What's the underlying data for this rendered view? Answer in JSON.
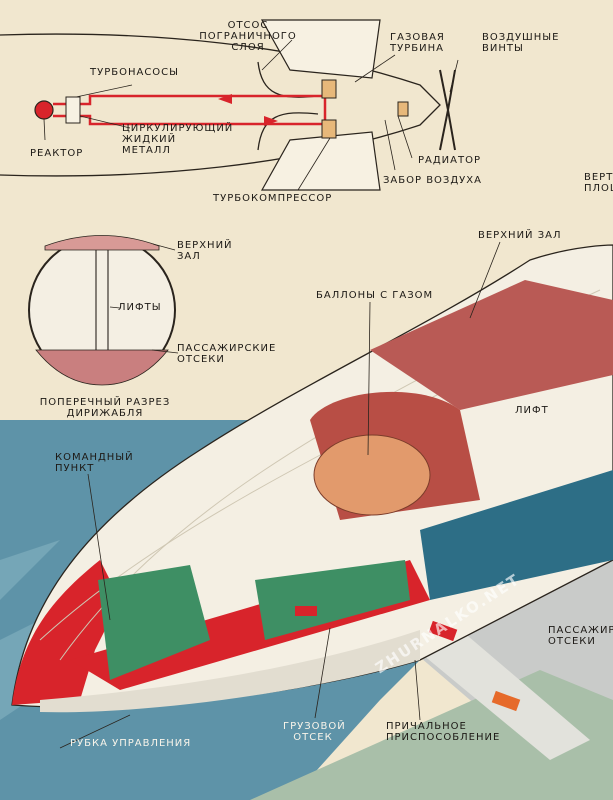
{
  "colors": {
    "paper": "#f1e7cf",
    "hull": "#f4efe3",
    "accent_red": "#d8242b",
    "interior_pink": "#d89a96",
    "water": "#5e93a8",
    "deck_green": "#3e8f64",
    "ink": "#1d1a16"
  },
  "engine_diagram": {
    "labels": {
      "boundary_layer": "ОТСОС ПОГРАНИЧНОГО\nСЛОЯ",
      "gas_turbine": "ГАЗОВАЯ\nТУРБИНА",
      "propellers": "ВОЗДУШНЫЕ\nВИНТЫ",
      "turbopumps": "ТУРБОНАСОСЫ",
      "circulating_metal": "ЦИРКУЛИРУЮЩИЙ\nЖИДКИЙ\nМЕТАЛЛ",
      "reactor": "РЕАКТОР",
      "radiator": "РАДИАТОР",
      "air_intake": "ЗАБОР ВОЗДУХА",
      "turbocompressor": "ТУРБОКОМПРЕССОР"
    }
  },
  "edge_label": "ВЕРТ\nПЛОЩ",
  "cross_section": {
    "labels": {
      "upper_hall": "ВЕРХНИЙ\nЗАЛ",
      "lifts": "ЛИФТЫ",
      "passenger_decks": "ПАССАЖИРСКИЕ\nОТСЕКИ",
      "caption": "ПОПЕРЕЧНЫЙ  РАЗРЕЗ\nДИРИЖАБЛЯ"
    }
  },
  "airship": {
    "labels": {
      "upper_hall": "ВЕРХНИЙ ЗАЛ",
      "gas_balloons": "БАЛЛОНЫ   С ГАЗОМ",
      "lift": "ЛИФТ",
      "command_post": "КОМАНДНЫЙ\nПУНКТ",
      "passenger_decks": "ПАССАЖИРС\nОТСЕКИ",
      "control_cabin": "РУБКА УПРАВЛЕНИЯ",
      "cargo_bay": "ГРУЗОВОЙ\nОТСЕК",
      "mooring": "ПРИЧАЛЬНОЕ\nПРИСПОСОБЛЕНИЕ"
    }
  },
  "watermark": "ZHURNALKO.NET"
}
